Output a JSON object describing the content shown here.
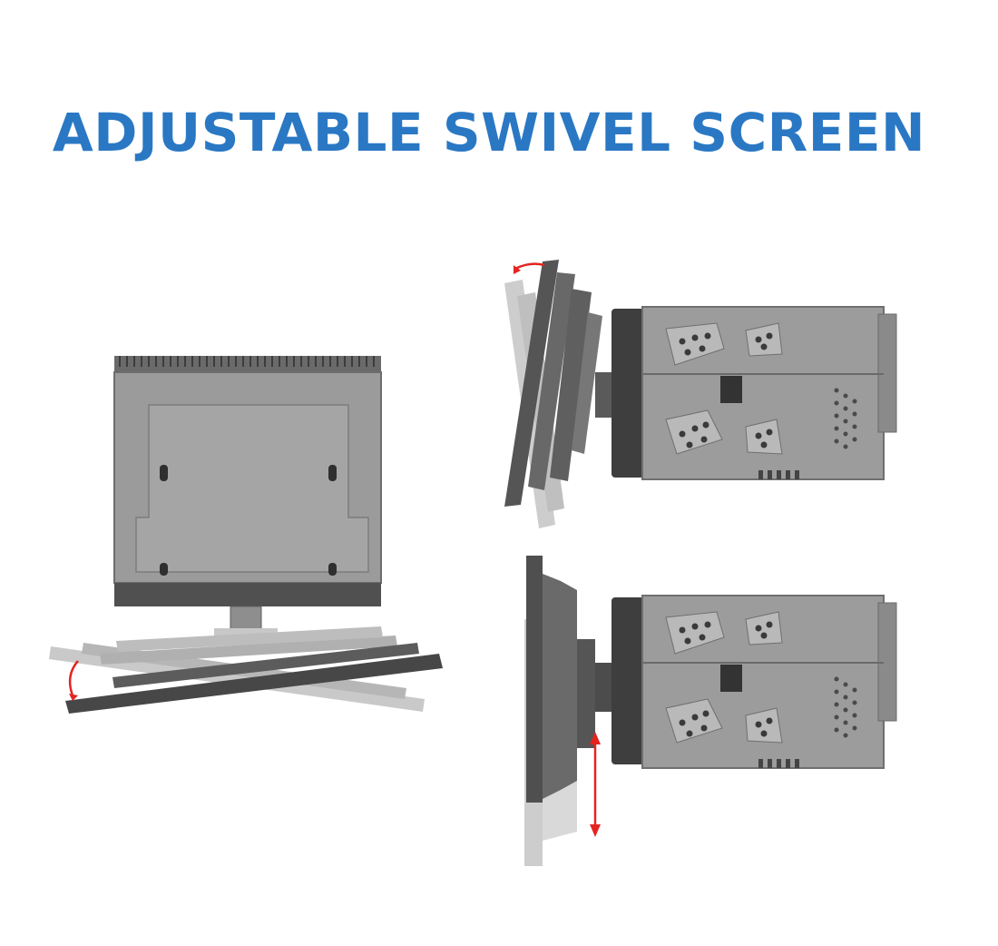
{
  "headline": {
    "text": "ADJUSTABLE SWIVEL SCREEN",
    "color": "#2a78c4"
  },
  "palette": {
    "chassis": "#9a9a9a",
    "chassis_dark": "#5a5a5a",
    "screen_dark": "#4a4a4a",
    "screen_light": "#bcbcbc",
    "arrow": "#e52421"
  },
  "views": [
    {
      "name": "top-view",
      "motion": "rotate-left-right"
    },
    {
      "name": "side-view-tilt",
      "motion": "tilt-forward-back"
    },
    {
      "name": "side-view-height",
      "motion": "move-up-down"
    }
  ]
}
